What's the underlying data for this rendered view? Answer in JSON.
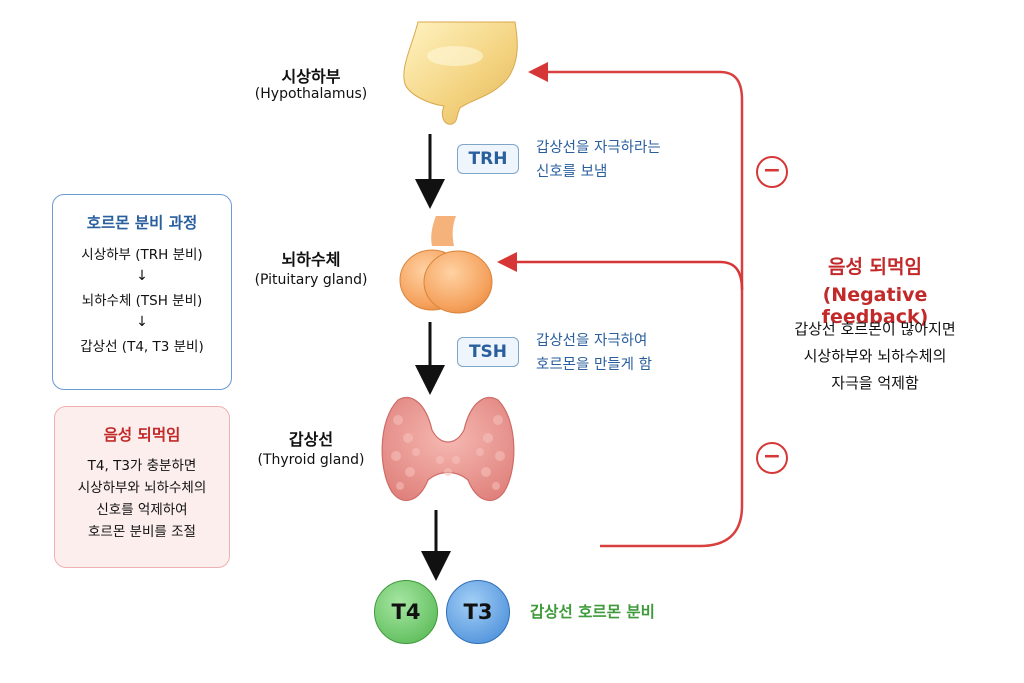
{
  "organs": {
    "hypothalamus": {
      "ko": "시상하부",
      "en": "(Hypothalamus)"
    },
    "pituitary": {
      "ko": "뇌하수체",
      "en": "(Pituitary gland)"
    },
    "thyroid": {
      "ko": "갑상선",
      "en": "(Thyroid gland)"
    }
  },
  "hormones": {
    "trh": {
      "label": "TRH",
      "desc": [
        "갑상선을 자극하라는",
        "신호를 보냄"
      ]
    },
    "tsh": {
      "label": "TSH",
      "desc": [
        "갑상선을 자극하여",
        "호르몬을 만들게 함"
      ]
    }
  },
  "secretion_panel": {
    "title": "호르몬 분비 과정",
    "lines": [
      "시상하부 (TRH 분비)",
      "뇌하수체 (TSH 분비)",
      "갑상선 (T4, T3 분비)"
    ],
    "arrow": "↓"
  },
  "feedback_panel": {
    "title": "음성 되먹임",
    "lines": [
      "T4, T3가 충분하면",
      "시상하부와 뇌하수체의",
      "신호를 억제하여",
      "호르몬 분비를 조절"
    ]
  },
  "feedback_side": {
    "title_ko": "음성 되먹임",
    "title_en": "(Negative feedback)",
    "desc": [
      "갑상선 호르몬이 많아지면",
      "시상하부와 뇌하수체의",
      "자극을 억제함"
    ],
    "minus_symbol": "−"
  },
  "outputs": {
    "t4": "T4",
    "t3": "T3",
    "label": "갑상선 호르몬 분비"
  },
  "colors": {
    "feedback_red": "#d63636",
    "hormone_blue": "#2a5f9e",
    "t4_green": "#6cc96a",
    "t3_blue": "#5aa0e6",
    "output_green": "#3e9a3a"
  }
}
